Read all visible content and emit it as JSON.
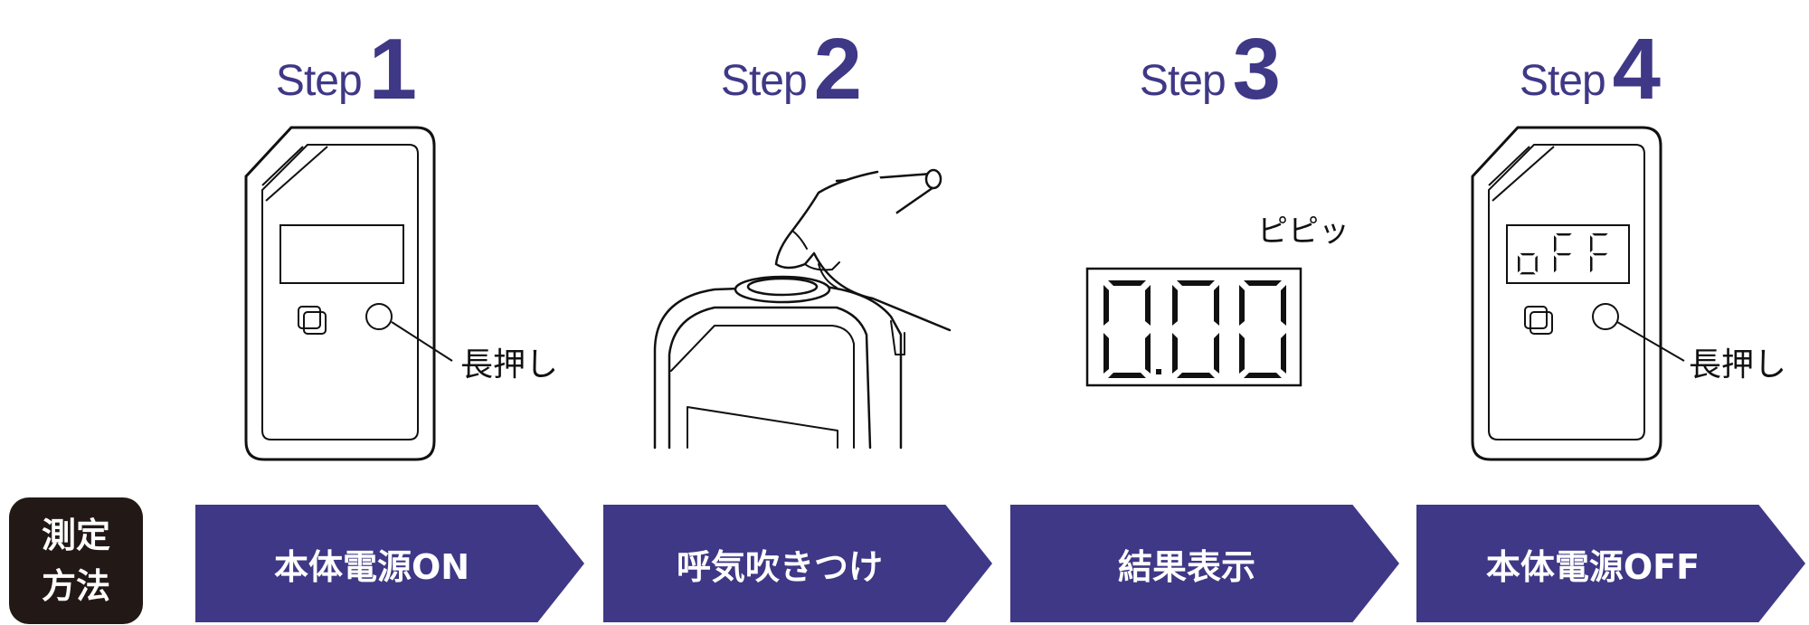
{
  "steps": [
    {
      "word": "Step",
      "number": "1",
      "action": "本体電源ON"
    },
    {
      "word": "Step",
      "number": "2",
      "action": "呼気吹きつけ"
    },
    {
      "word": "Step",
      "number": "3",
      "action": "結果表示"
    },
    {
      "word": "Step",
      "number": "4",
      "action": "本体電源OFF"
    }
  ],
  "labels": {
    "long_press": "長押し",
    "beep": "ピピッ"
  },
  "badge": {
    "line1": "測定",
    "line2": "方法"
  },
  "displays": {
    "result": "0.00",
    "off": "oFF"
  },
  "colors": {
    "accent": "#3f3886",
    "badge": "#221815"
  }
}
